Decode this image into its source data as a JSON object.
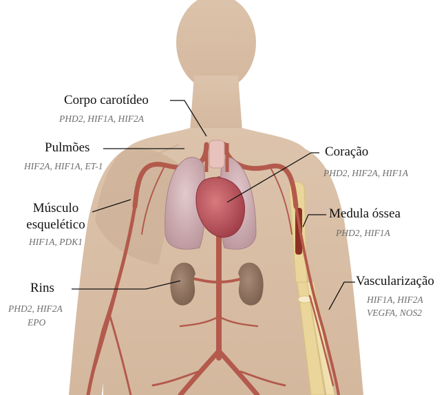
{
  "labels": {
    "carotid": {
      "name": "Corpo carotídeo",
      "genes": "PHD2, HIF1A, HIF2A"
    },
    "lungs": {
      "name": "Pulmões",
      "genes": "HIF2A, HIF1A, ET-1"
    },
    "muscle": {
      "name_line1": "Músculo",
      "name_line2": "esquelético",
      "genes": "HIF1A, PDK1"
    },
    "kidneys": {
      "name": "Rins",
      "genes_line1": "PHD2, HIF2A",
      "genes_line2": "EPO"
    },
    "heart": {
      "name": "Coração",
      "genes": "PHD2, HIF2A, HIF1A"
    },
    "marrow": {
      "name": "Medula óssea",
      "genes": "PHD2, HIF1A"
    },
    "vascular": {
      "name": "Vascularização",
      "genes_line1": "HIF1A, HIF2A",
      "genes_line2": "VEGFA, NOS2"
    }
  },
  "colors": {
    "skin": "#d8bea5",
    "skin_shadow": "#c8ab90",
    "artery": "#b35a4c",
    "lung": "#c9a9b0",
    "heart": "#b8505a",
    "kidney": "#8a6e5c",
    "bone": "#ead59a",
    "marrow": "#8e2f24",
    "leader": "#111111"
  }
}
